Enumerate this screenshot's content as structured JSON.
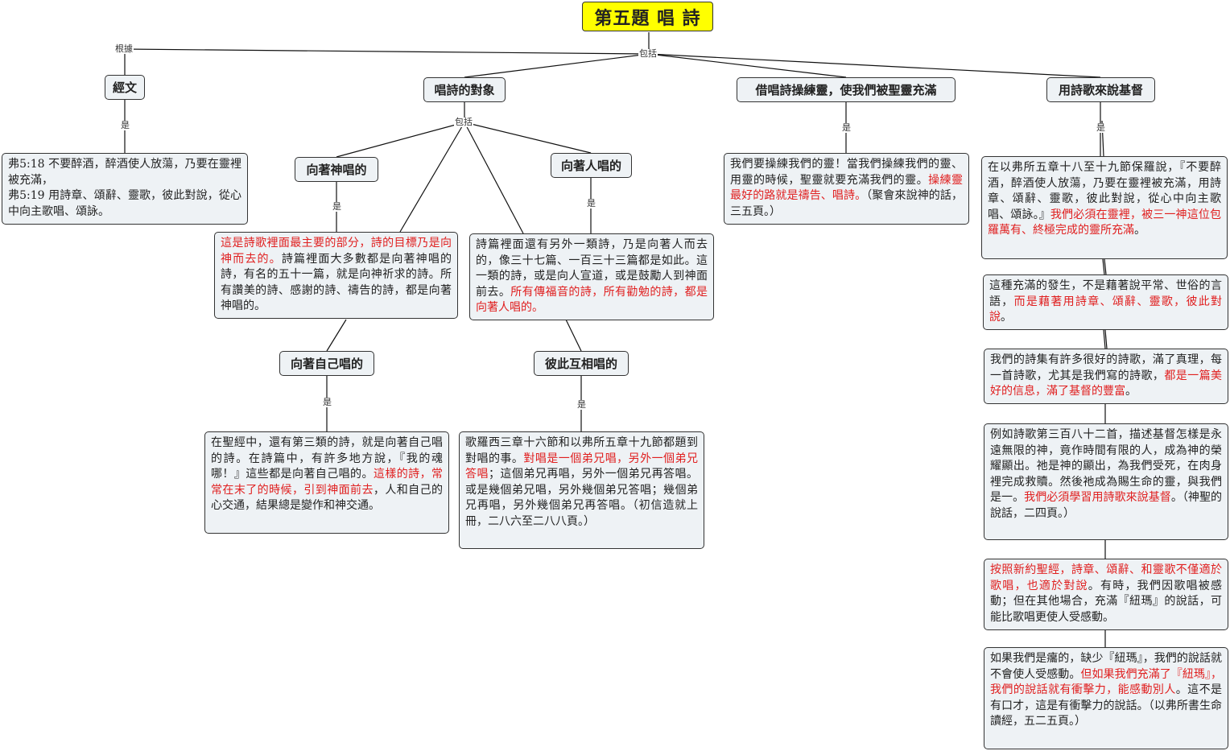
{
  "title": "第五題  唱 詩",
  "edge_labels": {
    "basis": "根據",
    "includes": "包括",
    "includes_2": "包括",
    "is": "是"
  },
  "nodes": {
    "scripture": "經文",
    "objects": "唱詩的對象",
    "exercise": "借唱詩操練靈，使我們被聖靈充滿",
    "speak": "用詩歌來說基督",
    "to_god": "向著神唱的",
    "to_people": "向著人唱的",
    "to_self": "向著自己唱的",
    "each_other": "彼此互相唱的"
  },
  "texts": {
    "scripture": [
      "弗5:18  不要醉酒，醉酒使人放蕩，乃要在靈裡被充滿，",
      "弗5:19  用詩章、頌辭、靈歌，彼此對說，從心中向主歌唱、頌詠。"
    ],
    "to_god_red": "這是詩歌裡面最主要的部分，詩的目標乃是向神而去的。",
    "to_god_rest": "詩篇裡面大多數都是向著神唱的詩，有名的五十一篇，就是向神祈求的詩。所有讚美的詩、感謝的詩、禱告的詩，都是向著神唱的。",
    "to_people_a": "詩篇裡面還有另外一類詩，乃是向著人而去的，像三十七篇、一百三十三篇都是如此。這一類的詩，或是向人宣道，或是鼓勵人到神面前去。",
    "to_people_red": "所有傳福音的詩，所有勸勉的詩，都是向著人唱的。",
    "to_self_a": "在聖經中，還有第三類的詩，就是向著自己唱的詩。在詩篇中，有許多地方說，『我的魂哪！』這些都是向著自己唱的。",
    "to_self_red": "這樣的詩，常常在末了的時候，引到神面前去",
    "to_self_b": "，人和自己的心交通，結果總是變作和神交通。",
    "each_other_a": "歌羅西三章十六節和以弗所五章十九節都題到對唱的事。",
    "each_other_red": "對唱是一個弟兄唱，另外一個弟兄答唱",
    "each_other_b": "；這個弟兄再唱，另外一個弟兄再答唱。或是幾個弟兄唱，另外幾個弟兄答唱；幾個弟兄再唱，另外幾個弟兄再答唱。（初信造就上冊，二八六至二八八頁。）",
    "exercise_a": "我們要操練我們的靈！當我們操練我們的靈、用靈的時候，聖靈就要充滿我們的靈。",
    "exercise_red": "操練靈最好的路就是禱告、唱詩。",
    "exercise_b": "（聚會來說神的話，三五頁。）",
    "s1_a": "在以弗所五章十八至十九節保羅說，『不要醉酒，醉酒使人放蕩，乃要在靈裡被充滿，用詩章、頌辭、靈歌，彼此對說，從心中向主歌唱、頌詠。』",
    "s1_red": "我們必須在靈裡，被三一神這位包羅萬有、終極完成的靈所充滿",
    "s1_b": "。",
    "s2_a": "這種充滿的發生，不是藉著說平常、世俗的言語，",
    "s2_red": "而是藉著用詩章、頌辭、靈歌，彼此對說",
    "s2_b": "。",
    "s3_a": "我們的詩集有許多很好的詩歌，滿了真理，每一首詩歌，尤其是我們寫的詩歌，",
    "s3_red": "都是一篇美好的信息，滿了基督的豐富",
    "s3_b": "。",
    "s4_a": "例如詩歌第三百八十二首，描述基督怎樣是永遠無限的神，竟作時間有限的人，成為神的榮耀顯出。祂是神的顯出，為我們受死，在肉身裡完成救贖。然後祂成為賜生命的靈，與我們是一。",
    "s4_red": "我們必須學習用詩歌來說基督",
    "s4_b": "。（神聖的說話，二四頁。）",
    "s5_red": "按照新約聖經，詩章、頌辭、和靈歌不僅適於歌唱，也適於對說",
    "s5_b": "。有時，我們因歌唱被感動；但在其他場合，充滿『紐瑪』的說話，可能比歌唱更使人受感動。",
    "s6_a": "如果我們是癟的，缺少『紐瑪』，我們的說話就不會使人受感動。",
    "s6_red": "但如果我們充滿了『紐瑪』，我們的說話就有衝擊力，能感動別人",
    "s6_b": "。這不是有口才，這是有衝擊力的說話。（以弗所書生命讀經，五二五頁。）"
  },
  "colors": {
    "title_bg": "#ffff00",
    "node_bg": "#eef2f5",
    "highlight": "#e02020"
  }
}
